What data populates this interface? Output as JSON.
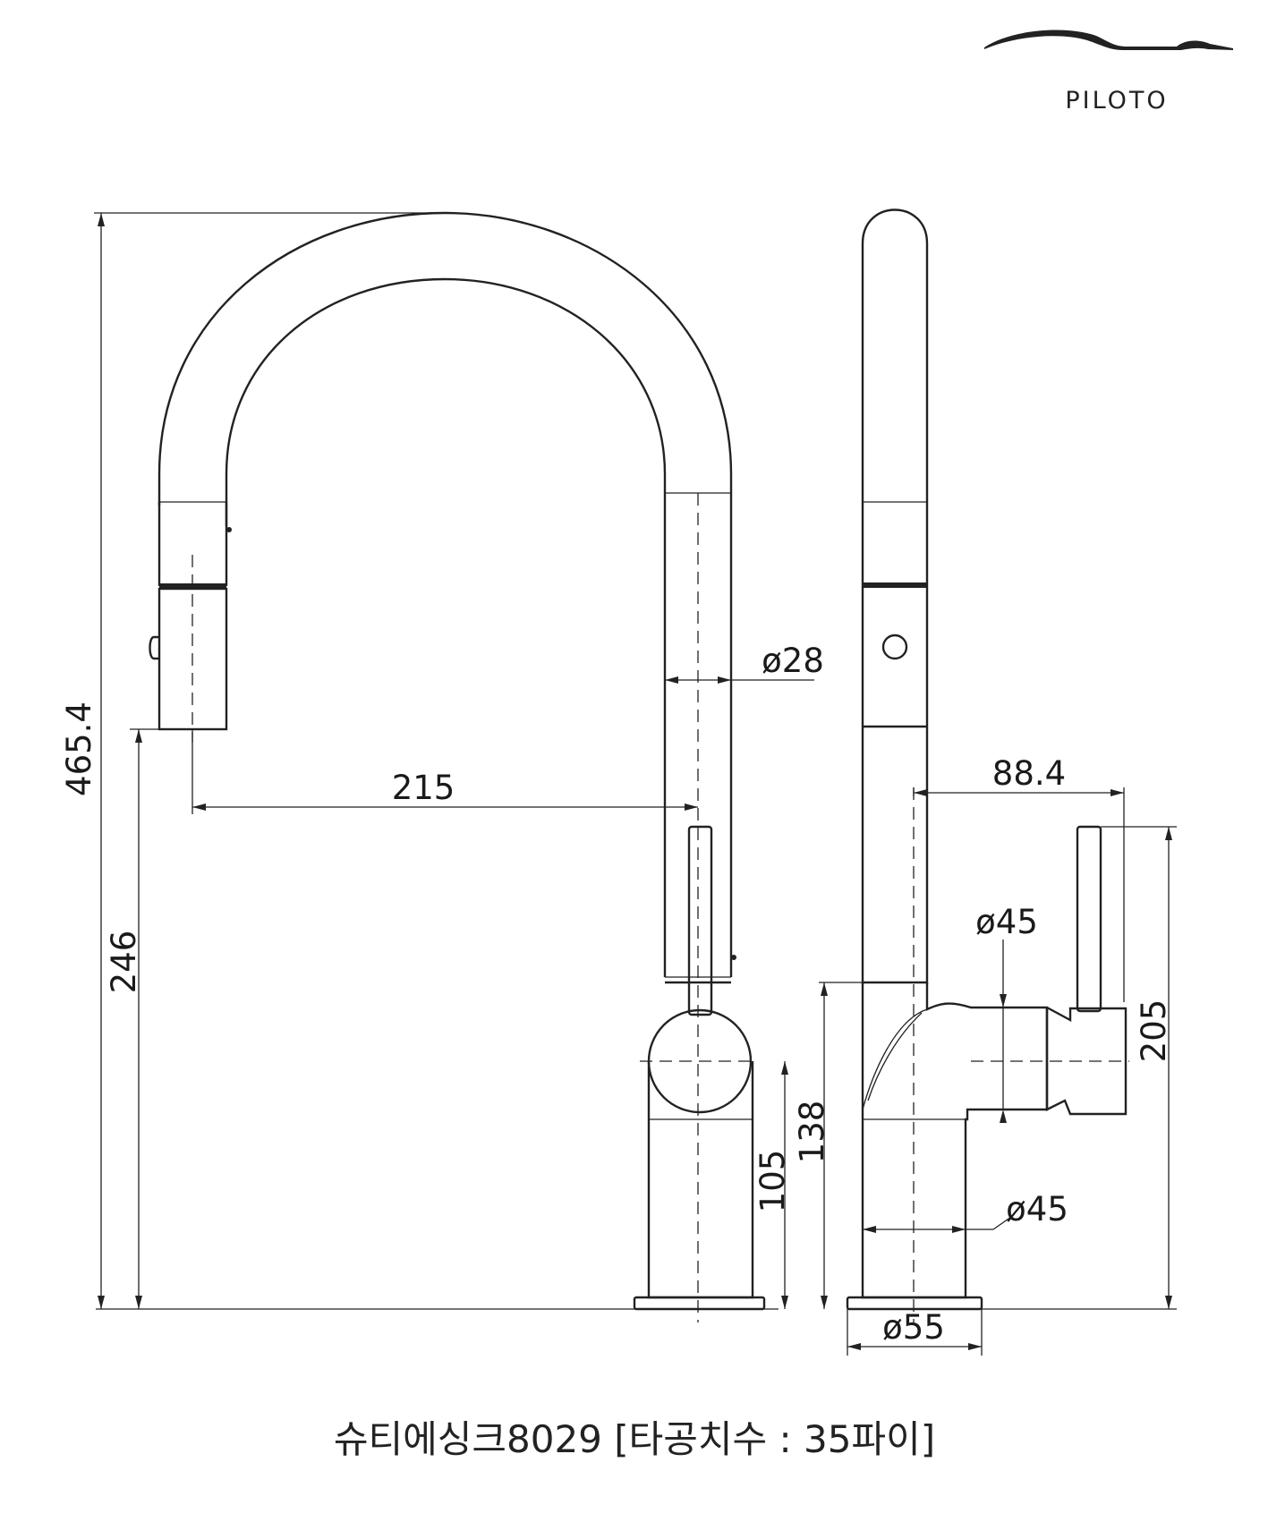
{
  "brand": {
    "name": "PILOTO"
  },
  "dimensions": {
    "total_height": "465.4",
    "spout_height": "246",
    "reach": "215",
    "spout_diameter": "ø28",
    "lever_body_height": "105",
    "side_body_height": "138",
    "handle_height": "205",
    "handle_offset": "88.4",
    "handle_diameter": "ø45",
    "body_diameter": "ø45",
    "base_diameter": "ø55"
  },
  "caption": "슈티에싱크8029 [타공치수 : 35파이]"
}
